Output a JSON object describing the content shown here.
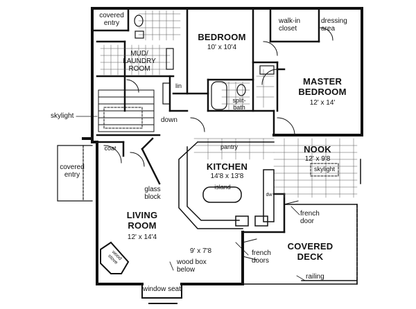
{
  "rooms": {
    "covered_entry_top": "covered\nentry",
    "mud_laundry": "MUD/\nLAUNDRY\nROOM",
    "bedroom": {
      "name": "BEDROOM",
      "size": "10' x 10'4"
    },
    "walk_in_closet": "walk-in\ncloset",
    "dressing_area": "dressing\narea",
    "master_bedroom": {
      "name": "MASTER\nBEDROOM",
      "size": "12' x 14'"
    },
    "split_bath": "split-\nbath",
    "lin": "lin",
    "dw": "dw",
    "kitchen": {
      "name": "KITCHEN",
      "size": "14'8 x 13'8"
    },
    "pantry": "pantry",
    "island": "island",
    "nook": {
      "name": "NOOK",
      "size": "12' x 9'8"
    },
    "skylight_nook": "skylight",
    "coat": "coat",
    "covered_entry_left": "covered\nentry",
    "glass_block": "glass\nblock",
    "living_room": {
      "name": "LIVING\nROOM",
      "size": "12' x 14'4"
    },
    "dining_size": "9' x 7'8",
    "wood_box": "wood box\nbelow",
    "window_seat": "window seat",
    "french_doors": "french\ndoors",
    "french_door": "french\ndoor",
    "covered_deck": "COVERED\nDECK",
    "railing": "railing",
    "skylight_left": "skylight",
    "down": "down",
    "stove": "wood\nstove"
  }
}
